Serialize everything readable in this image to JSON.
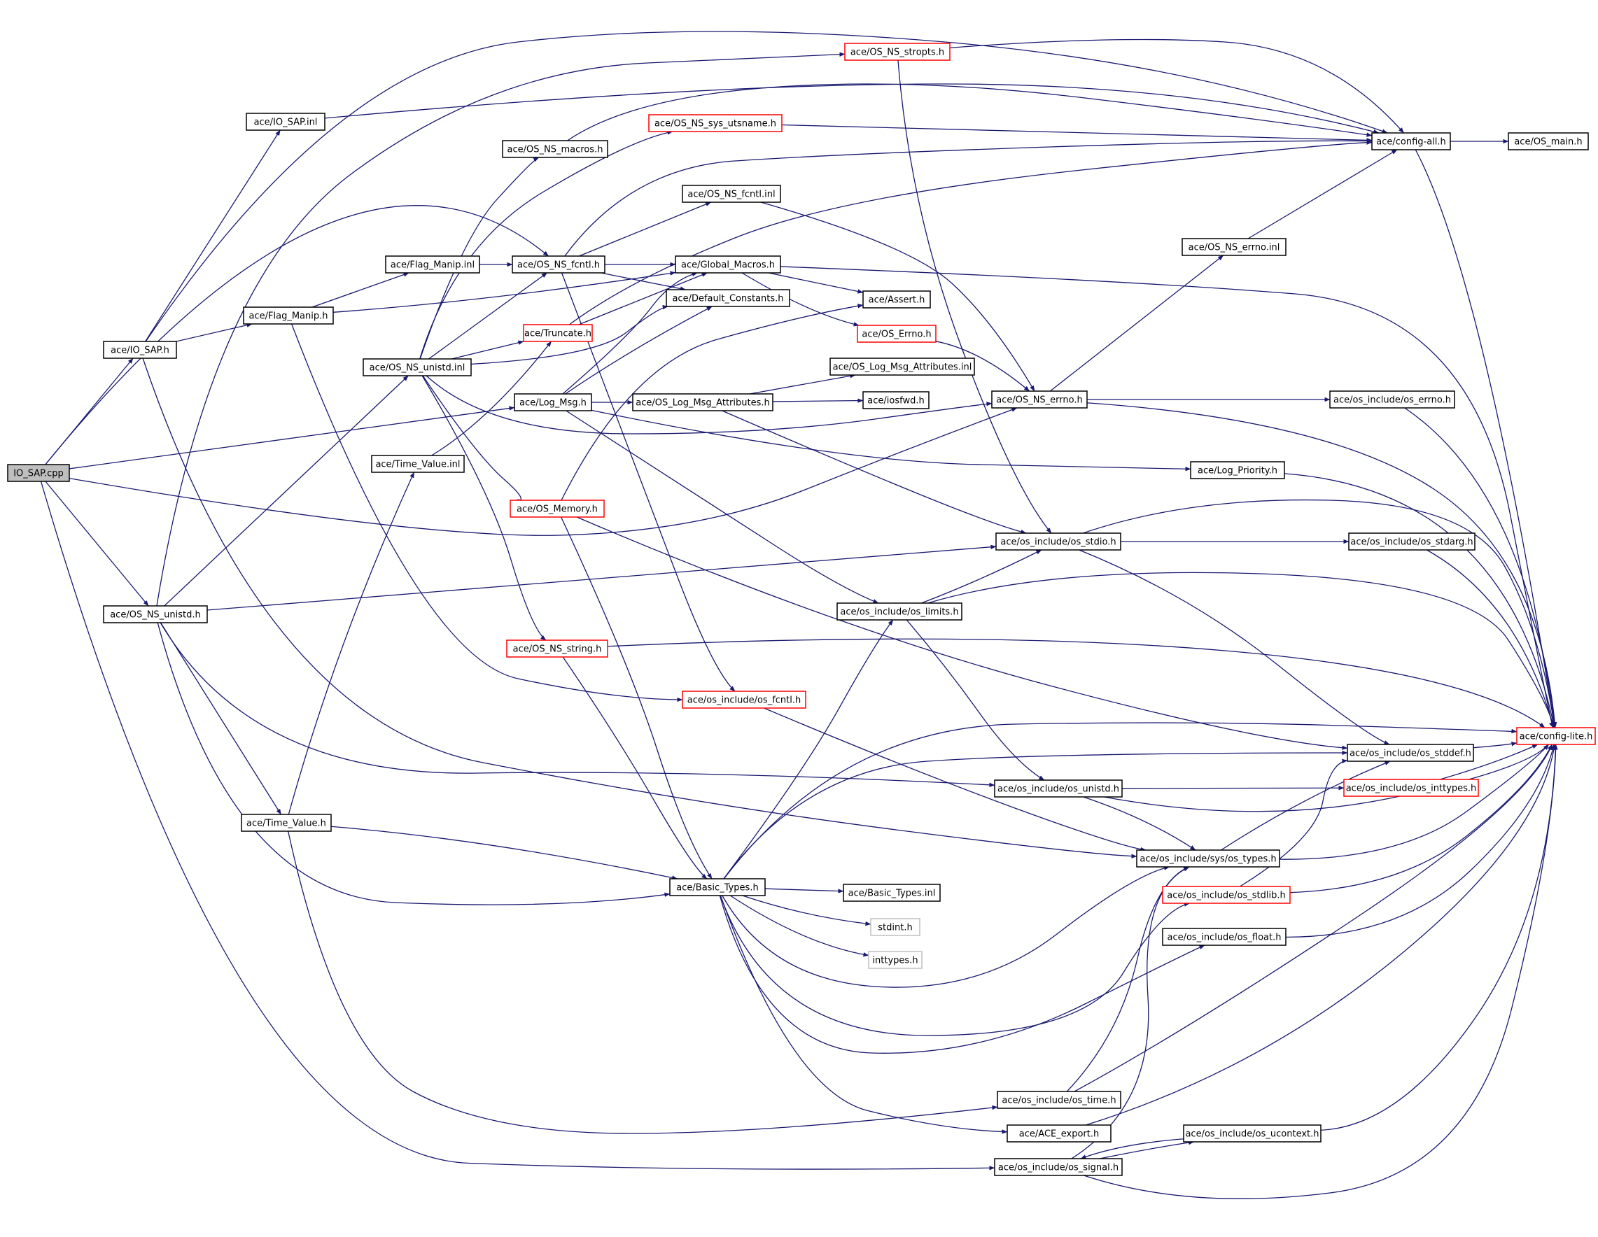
{
  "colors": {
    "edge": "#191970",
    "border_normal": "#000000",
    "border_incomplete": "#ff0000",
    "border_external": "#bfbfbf",
    "root_fill": "#bfbfbf",
    "background": "#ffffff"
  },
  "nodes": [
    {
      "id": "root",
      "label": "IO_SAP.cpp",
      "style": "root"
    },
    {
      "id": "iosap_inl",
      "label": "ace/IO_SAP.inl",
      "style": "normal"
    },
    {
      "id": "iosap_h",
      "label": "ace/IO_SAP.h",
      "style": "normal"
    },
    {
      "id": "ns_unistd_h",
      "label": "ace/OS_NS_unistd.h",
      "style": "normal"
    },
    {
      "id": "stropts",
      "label": "ace/OS_NS_stropts.h",
      "style": "red"
    },
    {
      "id": "sys_utsname",
      "label": "ace/OS_NS_sys_utsname.h",
      "style": "red"
    },
    {
      "id": "ns_macros",
      "label": "ace/OS_NS_macros.h",
      "style": "normal"
    },
    {
      "id": "ns_fcntl_inl",
      "label": "ace/OS_NS_fcntl.inl",
      "style": "normal"
    },
    {
      "id": "flag_manip_inl",
      "label": "ace/Flag_Manip.inl",
      "style": "normal"
    },
    {
      "id": "ns_fcntl_h",
      "label": "ace/OS_NS_fcntl.h",
      "style": "normal"
    },
    {
      "id": "global_macros",
      "label": "ace/Global_Macros.h",
      "style": "normal"
    },
    {
      "id": "default_constants",
      "label": "ace/Default_Constants.h",
      "style": "normal"
    },
    {
      "id": "flag_manip_h",
      "label": "ace/Flag_Manip.h",
      "style": "normal"
    },
    {
      "id": "truncate",
      "label": "ace/Truncate.h",
      "style": "red"
    },
    {
      "id": "assert",
      "label": "ace/Assert.h",
      "style": "normal"
    },
    {
      "id": "os_errno_h",
      "label": "ace/OS_Errno.h",
      "style": "red"
    },
    {
      "id": "ns_unistd_inl",
      "label": "ace/OS_NS_unistd.inl",
      "style": "normal"
    },
    {
      "id": "log_msg_attr_inl",
      "label": "ace/OS_Log_Msg_Attributes.inl",
      "style": "normal"
    },
    {
      "id": "log_msg",
      "label": "ace/Log_Msg.h",
      "style": "normal"
    },
    {
      "id": "log_msg_attr_h",
      "label": "ace/OS_Log_Msg_Attributes.h",
      "style": "normal"
    },
    {
      "id": "iosfwd",
      "label": "ace/iosfwd.h",
      "style": "normal"
    },
    {
      "id": "ns_errno_h",
      "label": "ace/OS_NS_errno.h",
      "style": "normal"
    },
    {
      "id": "ns_errno_inl",
      "label": "ace/OS_NS_errno.inl",
      "style": "normal"
    },
    {
      "id": "os_errno_inc",
      "label": "ace/os_include/os_errno.h",
      "style": "normal"
    },
    {
      "id": "config_all",
      "label": "ace/config-all.h",
      "style": "normal"
    },
    {
      "id": "os_main",
      "label": "ace/OS_main.h",
      "style": "normal"
    },
    {
      "id": "time_value_inl",
      "label": "ace/Time_Value.inl",
      "style": "normal"
    },
    {
      "id": "log_priority",
      "label": "ace/Log_Priority.h",
      "style": "normal"
    },
    {
      "id": "os_memory",
      "label": "ace/OS_Memory.h",
      "style": "red"
    },
    {
      "id": "os_stdio",
      "label": "ace/os_include/os_stdio.h",
      "style": "normal"
    },
    {
      "id": "os_stdarg",
      "label": "ace/os_include/os_stdarg.h",
      "style": "normal"
    },
    {
      "id": "os_limits",
      "label": "ace/os_include/os_limits.h",
      "style": "normal"
    },
    {
      "id": "ns_string",
      "label": "ace/OS_NS_string.h",
      "style": "red"
    },
    {
      "id": "os_fcntl_inc",
      "label": "ace/os_include/os_fcntl.h",
      "style": "red"
    },
    {
      "id": "config_lite",
      "label": "ace/config-lite.h",
      "style": "red"
    },
    {
      "id": "os_stddef",
      "label": "ace/os_include/os_stddef.h",
      "style": "normal"
    },
    {
      "id": "os_unistd_inc",
      "label": "ace/os_include/os_unistd.h",
      "style": "normal"
    },
    {
      "id": "os_inttypes",
      "label": "ace/os_include/os_inttypes.h",
      "style": "red"
    },
    {
      "id": "time_value_h",
      "label": "ace/Time_Value.h",
      "style": "normal"
    },
    {
      "id": "sys_types",
      "label": "ace/os_include/sys/os_types.h",
      "style": "normal"
    },
    {
      "id": "basic_types_h",
      "label": "ace/Basic_Types.h",
      "style": "normal"
    },
    {
      "id": "basic_types_inl",
      "label": "ace/Basic_Types.inl",
      "style": "normal"
    },
    {
      "id": "os_stdlib",
      "label": "ace/os_include/os_stdlib.h",
      "style": "red"
    },
    {
      "id": "stdint",
      "label": "stdint.h",
      "style": "external"
    },
    {
      "id": "os_float",
      "label": "ace/os_include/os_float.h",
      "style": "normal"
    },
    {
      "id": "inttypes",
      "label": "inttypes.h",
      "style": "external"
    },
    {
      "id": "os_time",
      "label": "ace/os_include/os_time.h",
      "style": "normal"
    },
    {
      "id": "ace_export",
      "label": "ace/ACE_export.h",
      "style": "normal"
    },
    {
      "id": "os_ucontext",
      "label": "ace/os_include/os_ucontext.h",
      "style": "normal"
    },
    {
      "id": "os_signal",
      "label": "ace/os_include/os_signal.h",
      "style": "normal"
    }
  ],
  "edges": [
    {
      "from": "root",
      "to": "iosap_h"
    },
    {
      "from": "root",
      "to": "ns_unistd_h"
    },
    {
      "from": "root",
      "to": "log_msg"
    },
    {
      "from": "root",
      "to": "ns_errno_h"
    },
    {
      "from": "root",
      "to": "ns_fcntl_h"
    },
    {
      "from": "root",
      "to": "os_signal"
    },
    {
      "from": "iosap_h",
      "to": "iosap_inl"
    },
    {
      "from": "iosap_h",
      "to": "flag_manip_h"
    },
    {
      "from": "iosap_h",
      "to": "sys_types"
    },
    {
      "from": "iosap_h",
      "to": "config_all"
    },
    {
      "from": "iosap_inl",
      "to": "config_all"
    },
    {
      "from": "flag_manip_h",
      "to": "flag_manip_inl"
    },
    {
      "from": "flag_manip_h",
      "to": "global_macros"
    },
    {
      "from": "flag_manip_h",
      "to": "os_fcntl_inc"
    },
    {
      "from": "flag_manip_inl",
      "to": "ns_fcntl_h"
    },
    {
      "from": "ns_fcntl_h",
      "to": "global_macros"
    },
    {
      "from": "ns_fcntl_h",
      "to": "default_constants"
    },
    {
      "from": "ns_fcntl_h",
      "to": "os_fcntl_inc"
    },
    {
      "from": "ns_fcntl_h",
      "to": "ns_fcntl_inl"
    },
    {
      "from": "ns_fcntl_h",
      "to": "config_all"
    },
    {
      "from": "ns_fcntl_inl",
      "to": "ns_errno_h"
    },
    {
      "from": "ns_unistd_h",
      "to": "ns_unistd_inl"
    },
    {
      "from": "ns_unistd_h",
      "to": "time_value_h"
    },
    {
      "from": "ns_unistd_h",
      "to": "basic_types_h"
    },
    {
      "from": "ns_unistd_h",
      "to": "os_unistd_inc"
    },
    {
      "from": "ns_unistd_h",
      "to": "os_stdio"
    },
    {
      "from": "ns_unistd_h",
      "to": "stropts"
    },
    {
      "from": "ns_unistd_inl",
      "to": "ns_fcntl_h"
    },
    {
      "from": "ns_unistd_inl",
      "to": "ns_macros"
    },
    {
      "from": "ns_unistd_inl",
      "to": "sys_utsname"
    },
    {
      "from": "ns_unistd_inl",
      "to": "truncate"
    },
    {
      "from": "ns_unistd_inl",
      "to": "default_constants"
    },
    {
      "from": "ns_unistd_inl",
      "to": "os_memory"
    },
    {
      "from": "ns_unistd_inl",
      "to": "ns_string"
    },
    {
      "from": "ns_unistd_inl",
      "to": "ns_errno_h"
    },
    {
      "from": "stropts",
      "to": "config_all"
    },
    {
      "from": "stropts",
      "to": "os_stdio"
    },
    {
      "from": "sys_utsname",
      "to": "config_all"
    },
    {
      "from": "ns_macros",
      "to": "config_all"
    },
    {
      "from": "truncate",
      "to": "global_macros"
    },
    {
      "from": "truncate",
      "to": "config_all"
    },
    {
      "from": "global_macros",
      "to": "assert"
    },
    {
      "from": "global_macros",
      "to": "os_errno_h"
    },
    {
      "from": "global_macros",
      "to": "config_lite"
    },
    {
      "from": "os_errno_h",
      "to": "ns_errno_h"
    },
    {
      "from": "log_msg",
      "to": "global_macros"
    },
    {
      "from": "log_msg",
      "to": "default_constants"
    },
    {
      "from": "log_msg",
      "to": "log_msg_attr_h"
    },
    {
      "from": "log_msg",
      "to": "log_priority"
    },
    {
      "from": "log_msg",
      "to": "os_limits"
    },
    {
      "from": "log_msg_attr_h",
      "to": "log_msg_attr_inl"
    },
    {
      "from": "log_msg_attr_h",
      "to": "iosfwd"
    },
    {
      "from": "log_msg_attr_h",
      "to": "os_stdio"
    },
    {
      "from": "ns_errno_h",
      "to": "ns_errno_inl"
    },
    {
      "from": "ns_errno_h",
      "to": "os_errno_inc"
    },
    {
      "from": "ns_errno_h",
      "to": "config_lite"
    },
    {
      "from": "ns_errno_inl",
      "to": "config_all"
    },
    {
      "from": "config_all",
      "to": "os_main"
    },
    {
      "from": "config_all",
      "to": "config_lite"
    },
    {
      "from": "os_errno_inc",
      "to": "config_lite"
    },
    {
      "from": "log_priority",
      "to": "config_lite"
    },
    {
      "from": "time_value_h",
      "to": "time_value_inl"
    },
    {
      "from": "time_value_h",
      "to": "basic_types_h"
    },
    {
      "from": "time_value_h",
      "to": "os_time"
    },
    {
      "from": "time_value_inl",
      "to": "truncate"
    },
    {
      "from": "os_memory",
      "to": "assert"
    },
    {
      "from": "os_memory",
      "to": "basic_types_h"
    },
    {
      "from": "os_memory",
      "to": "os_stddef"
    },
    {
      "from": "ns_string",
      "to": "basic_types_h"
    },
    {
      "from": "ns_string",
      "to": "config_lite"
    },
    {
      "from": "os_stdio",
      "to": "os_stdarg"
    },
    {
      "from": "os_stdio",
      "to": "os_stddef"
    },
    {
      "from": "os_stdio",
      "to": "config_lite"
    },
    {
      "from": "os_stdarg",
      "to": "config_lite"
    },
    {
      "from": "os_limits",
      "to": "os_stdio"
    },
    {
      "from": "os_limits",
      "to": "os_unistd_inc"
    },
    {
      "from": "os_limits",
      "to": "config_lite"
    },
    {
      "from": "os_fcntl_inc",
      "to": "sys_types"
    },
    {
      "from": "os_stddef",
      "to": "config_lite"
    },
    {
      "from": "os_unistd_inc",
      "to": "os_inttypes"
    },
    {
      "from": "os_unistd_inc",
      "to": "sys_types"
    },
    {
      "from": "os_unistd_inc",
      "to": "config_lite"
    },
    {
      "from": "os_inttypes",
      "to": "config_lite"
    },
    {
      "from": "sys_types",
      "to": "os_stddef"
    },
    {
      "from": "sys_types",
      "to": "config_lite"
    },
    {
      "from": "basic_types_h",
      "to": "basic_types_inl"
    },
    {
      "from": "basic_types_h",
      "to": "stdint"
    },
    {
      "from": "basic_types_h",
      "to": "inttypes"
    },
    {
      "from": "basic_types_h",
      "to": "os_limits"
    },
    {
      "from": "basic_types_h",
      "to": "os_stddef"
    },
    {
      "from": "basic_types_h",
      "to": "config_lite"
    },
    {
      "from": "basic_types_h",
      "to": "sys_types"
    },
    {
      "from": "basic_types_h",
      "to": "os_stdlib"
    },
    {
      "from": "basic_types_h",
      "to": "os_float"
    },
    {
      "from": "basic_types_h",
      "to": "ace_export"
    },
    {
      "from": "os_stdlib",
      "to": "os_stddef"
    },
    {
      "from": "os_stdlib",
      "to": "config_lite"
    },
    {
      "from": "os_float",
      "to": "config_lite"
    },
    {
      "from": "os_time",
      "to": "sys_types"
    },
    {
      "from": "os_time",
      "to": "config_lite"
    },
    {
      "from": "ace_export",
      "to": "config_lite"
    },
    {
      "from": "os_signal",
      "to": "os_ucontext"
    },
    {
      "from": "os_signal",
      "to": "sys_types"
    },
    {
      "from": "os_signal",
      "to": "config_lite"
    },
    {
      "from": "os_ucontext",
      "to": "os_signal"
    },
    {
      "from": "os_ucontext",
      "to": "config_lite"
    }
  ]
}
